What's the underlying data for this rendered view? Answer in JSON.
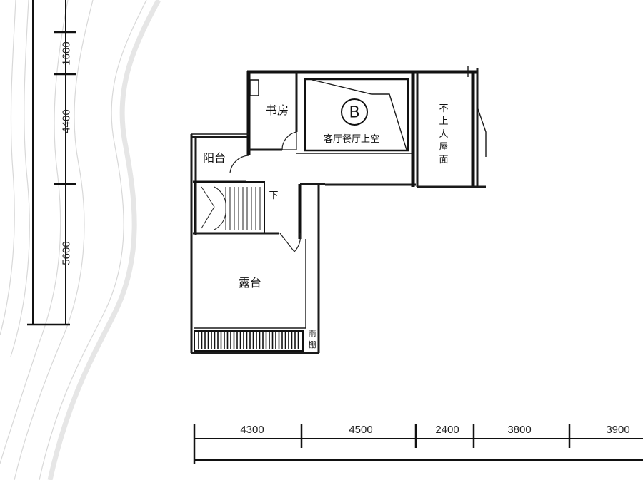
{
  "rooms": {
    "study": "书房",
    "double_height": "客厅餐厅上空",
    "zone_marker": "B",
    "balcony": "阳台",
    "roof_chars": [
      "不",
      "上",
      "人",
      "屋",
      "面"
    ],
    "stair_down": "下",
    "terrace": "露台",
    "canopy_chars": [
      "雨",
      "棚"
    ]
  },
  "dimensions": {
    "vertical": [
      "1600",
      "4400",
      "5600"
    ],
    "horizontal": [
      "4300",
      "4500",
      "2400",
      "3800",
      "3900"
    ]
  },
  "colors": {
    "wall": "#1a1a1a",
    "background": "#ffffff",
    "terrain": "#d8d8d8"
  }
}
